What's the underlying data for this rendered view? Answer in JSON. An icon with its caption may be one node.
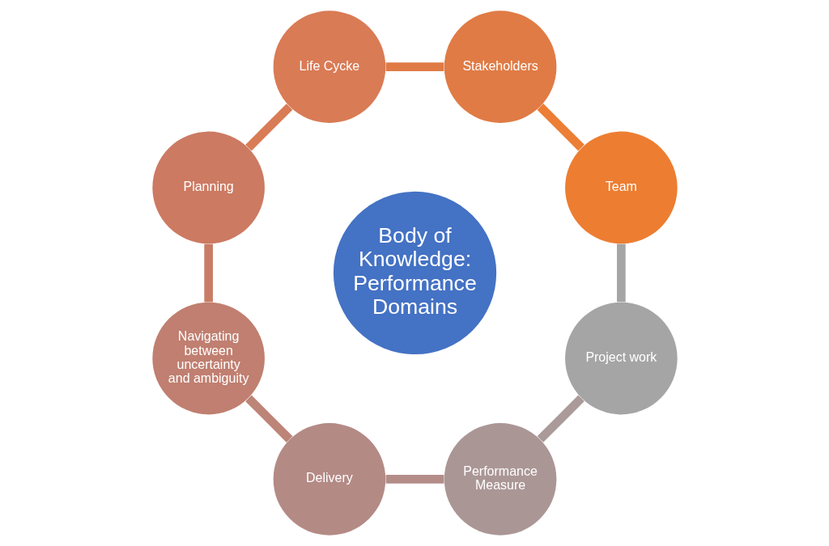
{
  "diagram": {
    "nodes": [
      {
        "text": [
          "Body of Knowledge: Performance Domains"
        ]
      },
      {
        "text": [
          "Team"
        ]
      },
      {
        "text": [
          "Stakeholders"
        ]
      },
      {
        "text": [
          "Life Cycke"
        ]
      },
      {
        "text": [
          "Planning"
        ]
      },
      {
        "text": [
          "Navigating between uncertainty and ambiguity"
        ]
      },
      {
        "text": [
          "Delivery"
        ]
      },
      {
        "text": [
          "Performance Measure"
        ]
      },
      {
        "text": [
          "Project work"
        ]
      }
    ],
    "edges": [
      {
        "from": 1,
        "to": 2,
        "arrow": "none",
        "color": "#ec7e35"
      },
      {
        "from": 2,
        "to": 3,
        "arrow": "none",
        "color": "#e07b45"
      },
      {
        "from": 3,
        "to": 4,
        "arrow": "none",
        "color": "#d97b55"
      },
      {
        "from": 4,
        "to": 5,
        "arrow": "none",
        "color": "#c97d66"
      },
      {
        "from": 5,
        "to": 6,
        "arrow": "none",
        "color": "#bd8478"
      },
      {
        "from": 6,
        "to": 7,
        "arrow": "none",
        "color": "#b48d89"
      },
      {
        "from": 7,
        "to": 8,
        "arrow": "none",
        "color": "#ab9a9a"
      },
      {
        "from": 8,
        "to": 1,
        "arrow": "none",
        "color": "#a5a5a5"
      }
    ]
  }
}
